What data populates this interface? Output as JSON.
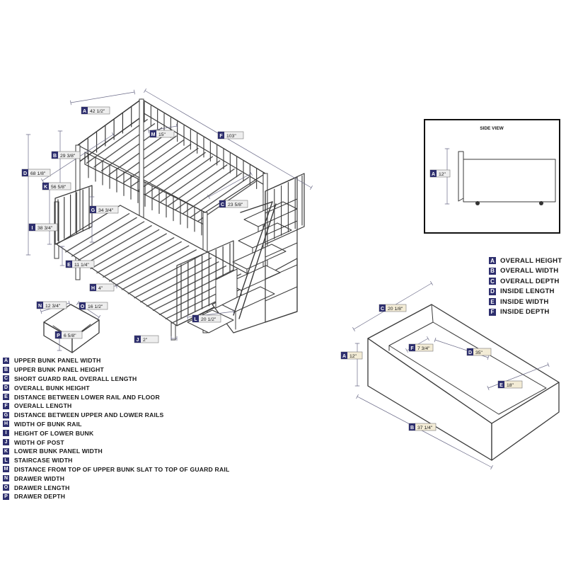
{
  "bed_labels": [
    {
      "letter": "A",
      "value": "42 1/2\""
    },
    {
      "letter": "M",
      "value": "15\""
    },
    {
      "letter": "F",
      "value": "103\""
    },
    {
      "letter": "B",
      "value": "29 3/8\""
    },
    {
      "letter": "D",
      "value": "68 1/8\""
    },
    {
      "letter": "K",
      "value": "56 5/8\""
    },
    {
      "letter": "G",
      "value": "34 3/4\""
    },
    {
      "letter": "C",
      "value": "23 5/8\""
    },
    {
      "letter": "I",
      "value": "38 3/4\""
    },
    {
      "letter": "E",
      "value": "11 1/4\""
    },
    {
      "letter": "H",
      "value": "4\""
    },
    {
      "letter": "L",
      "value": "20 1/2\""
    },
    {
      "letter": "J",
      "value": "2\""
    }
  ],
  "small_drawer_labels": [
    {
      "letter": "N",
      "value": "12 3/4\""
    },
    {
      "letter": "O",
      "value": "16 1/2\""
    },
    {
      "letter": "P",
      "value": "6 5/8\""
    }
  ],
  "side_view": {
    "title": "SIDE VIEW",
    "label": {
      "letter": "A",
      "value": "12\""
    }
  },
  "trundle_labels": [
    {
      "letter": "C",
      "value": "20 1/8\""
    },
    {
      "letter": "A",
      "value": "12\""
    },
    {
      "letter": "F",
      "value": "7 3/4\""
    },
    {
      "letter": "D",
      "value": "35\""
    },
    {
      "letter": "E",
      "value": "18\""
    },
    {
      "letter": "B",
      "value": "37 1/4\""
    }
  ],
  "legend_bed": [
    {
      "letter": "A",
      "text": "UPPER BUNK PANEL WIDTH"
    },
    {
      "letter": "B",
      "text": "UPPER BUNK PANEL HEIGHT"
    },
    {
      "letter": "C",
      "text": "SHORT GUARD RAIL OVERALL LENGTH"
    },
    {
      "letter": "D",
      "text": "OVERALL BUNK HEIGHT"
    },
    {
      "letter": "E",
      "text": "DISTANCE BETWEEN LOWER RAIL AND FLOOR"
    },
    {
      "letter": "F",
      "text": "OVERALL LENGTH"
    },
    {
      "letter": "G",
      "text": "DISTANCE BETWEEN UPPER AND LOWER RAILS"
    },
    {
      "letter": "H",
      "text": "WIDTH OF BUNK RAIL"
    },
    {
      "letter": "I",
      "text": "HEIGHT OF LOWER BUNK"
    },
    {
      "letter": "J",
      "text": "WIDTH OF POST"
    },
    {
      "letter": "K",
      "text": "LOWER BUNK PANEL WIDTH"
    },
    {
      "letter": "L",
      "text": "STAIRCASE WIDTH"
    },
    {
      "letter": "M",
      "text": "DISTANCE FROM TOP OF UPPER BUNK SLAT TO TOP OF GUARD RAIL"
    },
    {
      "letter": "N",
      "text": "DRAWER WIDTH"
    },
    {
      "letter": "O",
      "text": "DRAWER LENGTH"
    },
    {
      "letter": "P",
      "text": "DRAWER DEPTH"
    }
  ],
  "legend_trundle": [
    {
      "letter": "A",
      "text": "OVERALL HEIGHT"
    },
    {
      "letter": "B",
      "text": "OVERALL WIDTH"
    },
    {
      "letter": "C",
      "text": "OVERALL DEPTH"
    },
    {
      "letter": "D",
      "text": "INSIDE LENGTH"
    },
    {
      "letter": "E",
      "text": "INSIDE WIDTH"
    },
    {
      "letter": "F",
      "text": "INSIDE DEPTH"
    }
  ],
  "colors": {
    "line": "#3a3a3a",
    "dimension": "#6b6b88",
    "badge": "#2e2f6e",
    "label_bg": "#eeeeee",
    "trundle_label_bg": "#f3ecd6",
    "text": "#1a1a1a"
  }
}
